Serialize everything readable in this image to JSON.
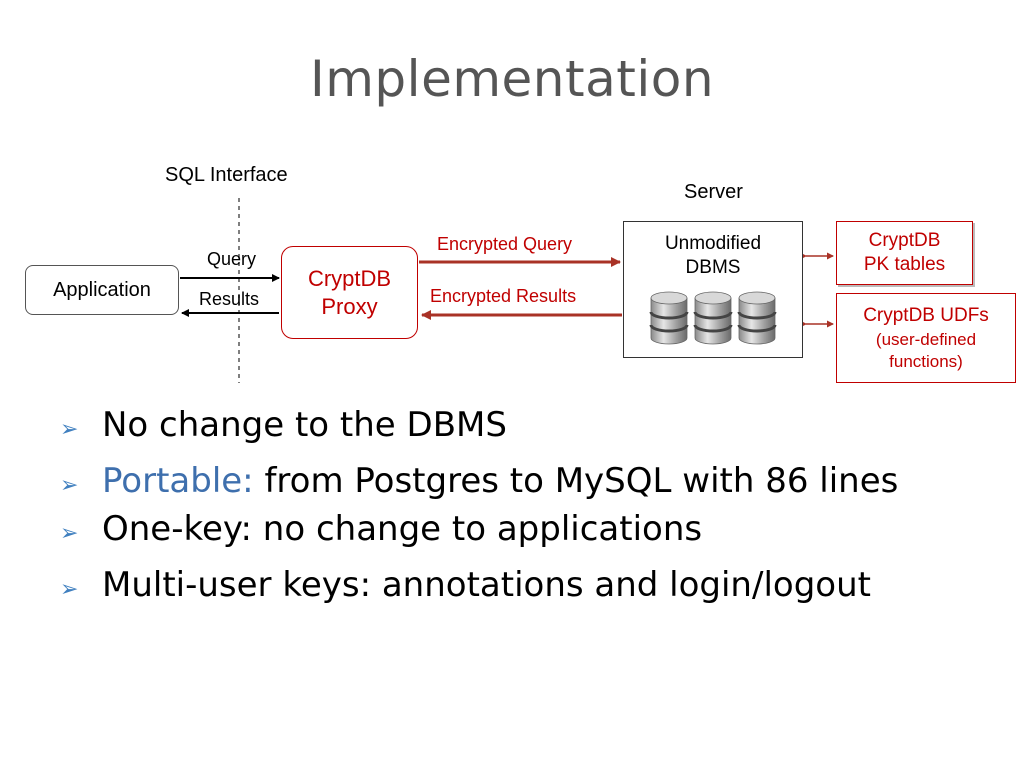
{
  "title": "Implementation",
  "diagram": {
    "sql_interface_label": "SQL Interface",
    "server_label": "Server",
    "application_label": "Application",
    "query_label": "Query",
    "results_label": "Results",
    "proxy_label_line1": "CryptDB",
    "proxy_label_line2": "Proxy",
    "encrypted_query_label": "Encrypted Query",
    "encrypted_results_label": "Encrypted Results",
    "dbms_label_line1": "Unmodified",
    "dbms_label_line2": "DBMS",
    "pk_tables_line1": "CryptDB",
    "pk_tables_line2": "PK tables",
    "udfs_line1": "CryptDB UDFs",
    "udfs_line2": "(user-defined",
    "udfs_line3": "functions)",
    "colors": {
      "accent_red": "#c00000",
      "bullet_blue": "#3e6fad"
    },
    "icons": [
      "database-icon",
      "database-icon",
      "database-icon"
    ]
  },
  "bullets": [
    {
      "highlight": "",
      "text": "No change to the DBMS"
    },
    {
      "highlight": "Portable:",
      "text": " from Postgres to MySQL with 86 lines"
    },
    {
      "highlight": "",
      "text": "One-key: no change to applications"
    },
    {
      "highlight": "",
      "text": "Multi-user keys: annotations and login/logout"
    }
  ]
}
